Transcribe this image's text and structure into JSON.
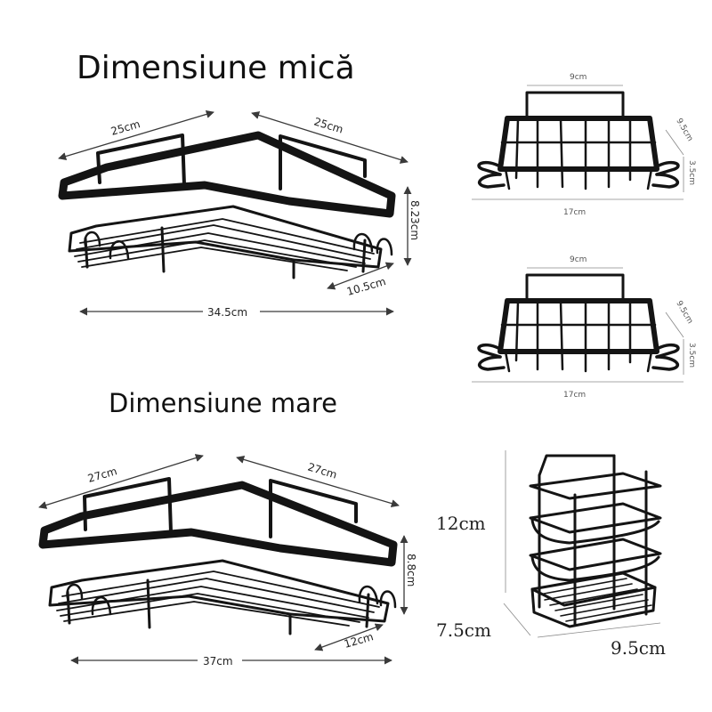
{
  "headings": {
    "small": "Dimensiune mică",
    "large": "Dimensiune mare"
  },
  "small_corner": {
    "side_left": "25cm",
    "side_right": "25cm",
    "height": "8.23cm",
    "depth": "10.5cm",
    "width": "34.5cm"
  },
  "large_corner": {
    "side_left": "27cm",
    "side_right": "27cm",
    "height": "8.8cm",
    "depth": "12cm",
    "width": "37cm"
  },
  "soap_dish_top": {
    "top": "9cm",
    "side": "9.5cm",
    "hook": "3.5cm",
    "bottom": "17cm"
  },
  "soap_dish_bottom": {
    "top": "9cm",
    "side": "9.5cm",
    "hook": "3.5cm",
    "bottom": "17cm"
  },
  "tall_rack": {
    "height": "12cm",
    "depth": "7.5cm",
    "width": "9.5cm"
  }
}
